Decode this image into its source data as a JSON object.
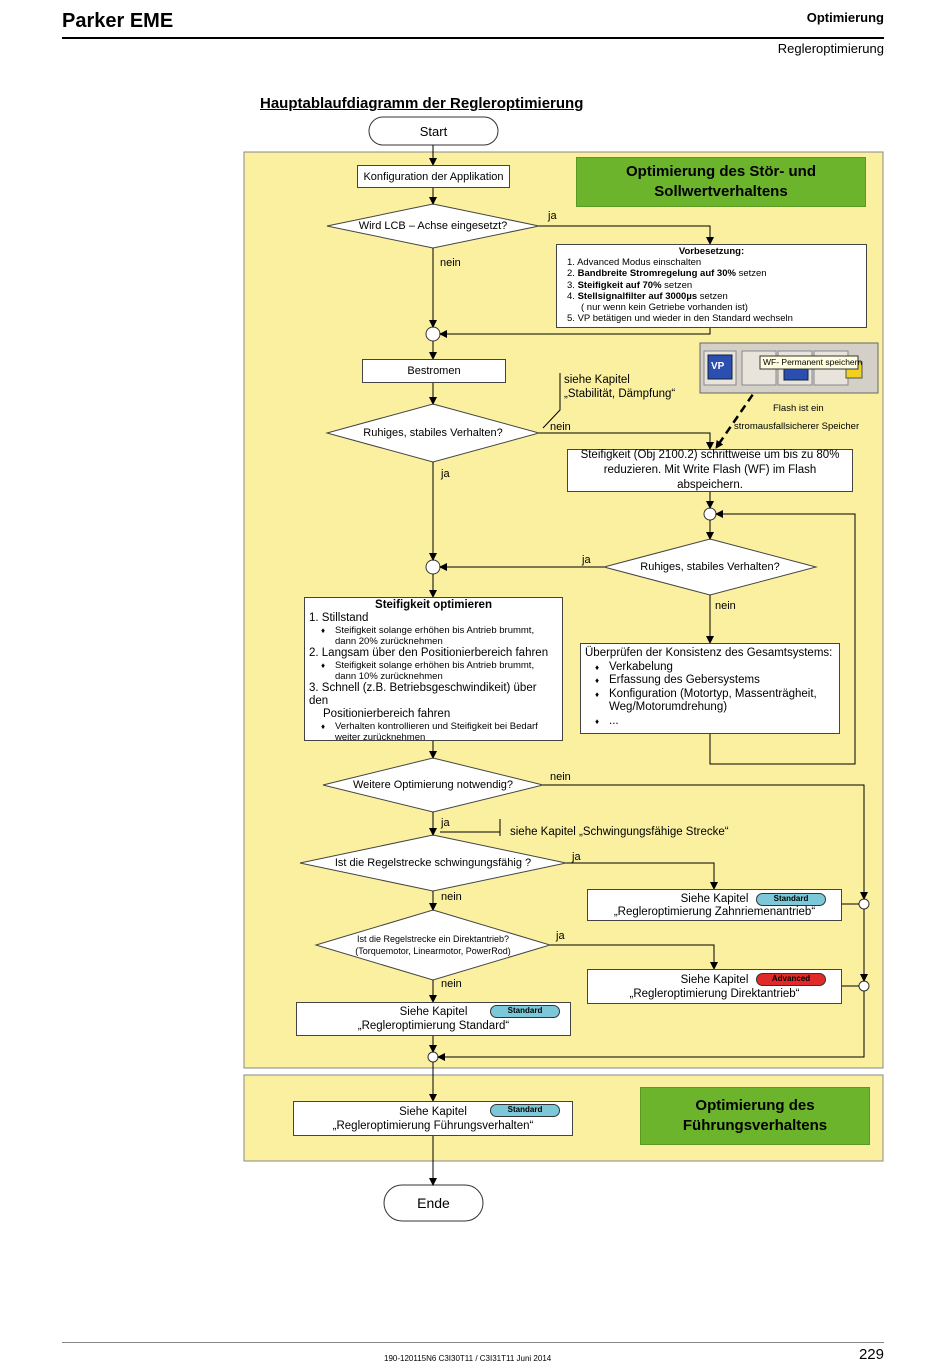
{
  "header": {
    "brand": "Parker EME",
    "section": "Optimierung",
    "subsection": "Regleroptimierung"
  },
  "title": "Hauptablaufdiagramm der Regleroptimierung",
  "terminals": {
    "start": "Start",
    "end": "Ende"
  },
  "groups": {
    "group1_title": "Optimierung des Stör- und Sollwertverhaltens",
    "group2_title": "Optimierung des Führungsverhaltens"
  },
  "nodes": {
    "config": "Konfiguration der Applikation",
    "d_lcb": "Wird LCB – Achse eingesetzt?",
    "bestromen": "Bestromen",
    "d_ruhig1": "Ruhiges, stabiles Verhalten?",
    "steif_reduce": "Steifigkeit (Obj 2100.2) schrittweise um bis  zu  80% reduzieren. Mit Write Flash (WF) im Flash abspeichern.",
    "d_ruhig2": "Ruhiges, stabiles Verhalten?",
    "d_weitere": "Weitere Optimierung notwendig?",
    "d_schwing": "Ist die Regelstrecke schwingungsfähig ?",
    "d_direkt_1": "Ist die Regelstrecke ein Direktantrieb?",
    "d_direkt_2": "(Torquemotor, Linearmotor, PowerRod)"
  },
  "vorbesetzung": {
    "title": "Vorbesetzung:",
    "items": [
      {
        "num": "1.",
        "pre": "Advanced Modus einschalten",
        "bold": "",
        "post": ""
      },
      {
        "num": "2.",
        "pre": "",
        "bold": "Bandbreite Stromregelung auf 30%",
        "post": " setzen"
      },
      {
        "num": "3.",
        "pre": "",
        "bold": "Steifigkeit auf 70%",
        "post": " setzen"
      },
      {
        "num": "4.",
        "pre": "",
        "bold": "Stellsignalfilter auf 3000µs",
        "post": " setzen"
      },
      {
        "num": "",
        "pre": "( nur wenn kein Getriebe vorhanden ist)",
        "bold": "",
        "post": ""
      },
      {
        "num": "5.",
        "pre": "VP betätigen und wieder in den Standard wechseln",
        "bold": "",
        "post": ""
      }
    ]
  },
  "steifigkeit": {
    "title": "Steifigkeit optimieren",
    "s1": "1. Stillstand",
    "s1_b1": "Steifigkeit  solange erhöhen bis  Antrieb brummt,",
    "s1_b1b": "dann 20% zurücknehmen",
    "s2": "2. Langsam über den Positionierbereich fahren",
    "s2_b1": "Steifigkeit  solange erhöhen bis  Antrieb brummt,",
    "s2_b1b": "dann 10% zurücknehmen",
    "s3": "3. Schnell (z.B. Betriebsgeschwindikeit) über den",
    "s3b": "Positionierbereich fahren",
    "s3_b1": "Verhalten kontrollieren und Steifigkeit bei Bedarf",
    "s3_b1b": "weiter zurücknehmen"
  },
  "konsistenz": {
    "title": "Überprüfen der Konsistenz des Gesamtsystems:",
    "items": [
      "Verkabelung",
      "Erfassung des Gebersystems",
      "Konfiguration (Motortyp, Massenträgheit,",
      "Weg/Motorumdrehung)",
      "..."
    ]
  },
  "chapters": {
    "zahn_1": "Siehe Kapitel",
    "zahn_2": "„Regleroptimierung Zahnriemenantrieb“",
    "direkt_1": "Siehe Kapitel",
    "direkt_2": "„Regleroptimierung Direktantrieb“",
    "std_1": "Siehe Kapitel",
    "std_2": "„Regleroptimierung Standard“",
    "fuehr_1": "Siehe Kapitel",
    "fuehr_2": "„Regleroptimierung Führungsverhalten“"
  },
  "badges": {
    "standard": "Standard",
    "advanced": "Advanced"
  },
  "annotations": {
    "stab_1": "siehe Kapitel",
    "stab_2": "„Stabilität, Dämpfung“",
    "schwing": "siehe Kapitel „Schwingungsfähige Strecke“",
    "flash_1": "Flash ist ein",
    "flash_2": "stromausfallsicherer Speicher",
    "toolbar_vp": "VP",
    "toolbar_wf": "WF- Permanent speichern"
  },
  "edges": {
    "ja": "ja",
    "nein": "nein"
  },
  "footer": {
    "ref": "190-120115N6 C3I30T11 / C3I31T11 Juni 2014",
    "page": "229"
  },
  "colors": {
    "group_fill": "#faf0a0",
    "group_green": "#6bb42b",
    "badge_standard": "#7cc8d8",
    "badge_advanced": "#e02a2a"
  }
}
